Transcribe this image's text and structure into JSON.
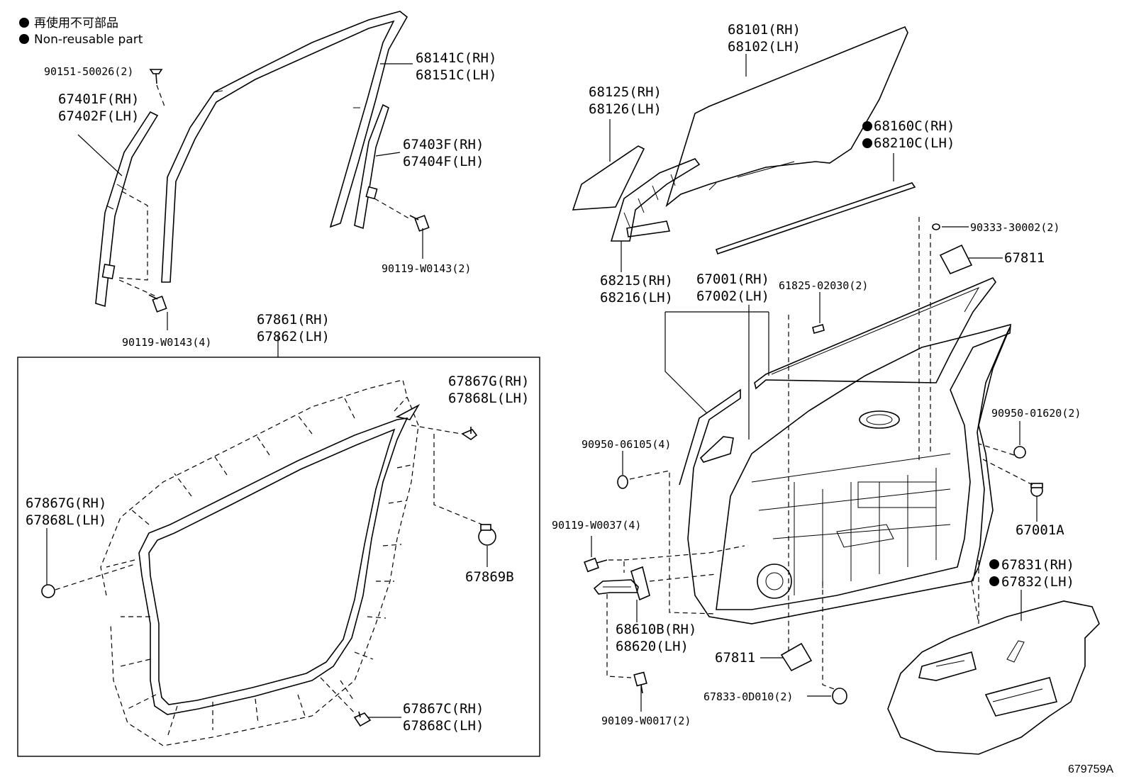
{
  "legend": {
    "line_jp": "再使用不可部品",
    "line_en": "Non-reusable part"
  },
  "labels": {
    "p90151": "90151-50026(2)",
    "p67401": "67401F(RH)",
    "p67402": "67402F(LH)",
    "p68141": "68141C(RH)",
    "p68151": "68151C(LH)",
    "p67403": "67403F(RH)",
    "p67404": "67404F(LH)",
    "p90119a": "90119-W0143(2)",
    "p90119b": "90119-W0143(4)",
    "p67861": "67861(RH)",
    "p67862": "67862(LH)",
    "p67867g1": "67867G(RH)",
    "p67868l1": "67868L(LH)",
    "p67867g2": "67867G(RH)",
    "p67868l2": "67868L(LH)",
    "p67869b": "67869B",
    "p67867c": "67867C(RH)",
    "p67868c": "67868C(LH)",
    "p68101": "68101(RH)",
    "p68102": "68102(LH)",
    "p68125": "68125(RH)",
    "p68126": "68126(LH)",
    "p68160": "68160C(RH)",
    "p68210": "68210C(LH)",
    "p68215": "68215(RH)",
    "p68216": "68216(LH)",
    "p67001": "67001(RH)",
    "p67002": "67002(LH)",
    "p61825": "61825-02030(2)",
    "p90333": "90333-30002(2)",
    "p67811a": "67811",
    "p67811b": "67811",
    "p90950a": "90950-06105(4)",
    "p90950b": "90950-01620(2)",
    "p67001a": "67001A",
    "p90119c": "90119-W0037(4)",
    "p68610": "68610B(RH)",
    "p68620": "68620(LH)",
    "p67831": "67831(RH)",
    "p67832": "67832(LH)",
    "p67833": "67833-0D010(2)",
    "p90109": "90109-W0017(2)",
    "code": "679759A"
  }
}
